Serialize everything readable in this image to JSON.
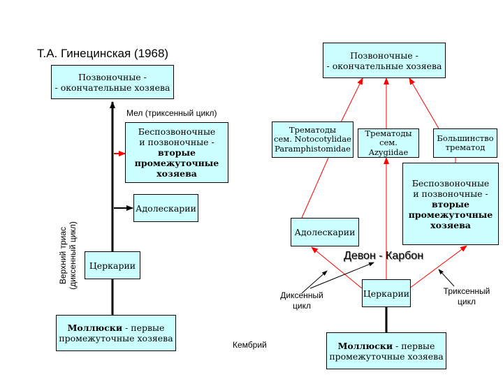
{
  "title": "Т.А. Гинецинская (1968)",
  "left": {
    "top_box": [
      "Позвоночные -",
      "- окончательные хозяева"
    ],
    "label_cretaceous": "Мел (триксенный цикл)",
    "second_hosts": {
      "line1": "Беспозвоночные",
      "line2": "и позвоночные -",
      "bold": [
        "вторые",
        "промежуточные",
        "хозяева"
      ]
    },
    "adolescaria": "Адолескарии",
    "cercaria": "Церкарии",
    "triassic": [
      "Верхний триас",
      "(диксенный цикл)"
    ],
    "molluscs": {
      "bold": "Моллюски",
      "rest": " - первые",
      "line2": "промежуточные хозяева"
    }
  },
  "center_label": "Кембрий",
  "right": {
    "top_box": [
      "Позвоночные -",
      "- окончательные хозяева"
    ],
    "trem1": [
      "Трематоды",
      "сем. Notocotylidae",
      "Paramphistomidae"
    ],
    "trem2": [
      "Трематоды",
      "сем. Azygiidae"
    ],
    "trem3": [
      "Большинство",
      "трематод"
    ],
    "second_hosts": {
      "line1": "Беспозвоночные",
      "line2": "и позвоночные -",
      "bold": [
        "вторые",
        "промежуточные",
        "хозяева"
      ]
    },
    "adolescaria": "Адолескарии",
    "devon": "Девон - Карбон",
    "cercaria": "Церкарии",
    "dixenous": [
      "Диксенный",
      "цикл"
    ],
    "trixenous": [
      "Триксенный",
      "цикл"
    ],
    "molluscs": {
      "bold": "Моллюски",
      "rest": " - первые",
      "line2": "промежуточные хозяева"
    }
  },
  "colors": {
    "box_fill": "#ccffff",
    "red_arrow": "#ff0000",
    "black": "#000000"
  }
}
